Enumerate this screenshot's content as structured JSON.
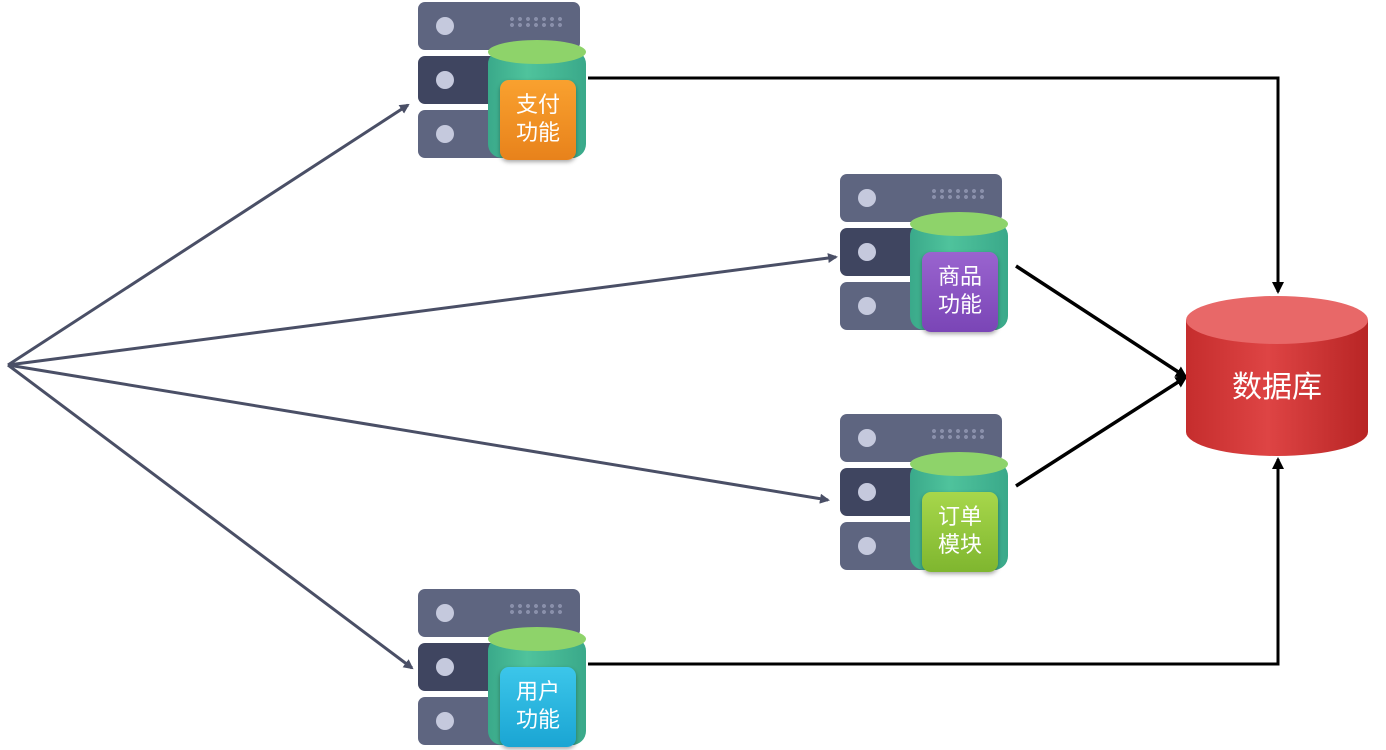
{
  "modules": [
    {
      "id": "payment",
      "line1": "支付",
      "line2": "功能",
      "color": "#f59a27"
    },
    {
      "id": "product",
      "line1": "商品",
      "line2": "功能",
      "color": "#8b55c4"
    },
    {
      "id": "order",
      "line1": "订单",
      "line2": "模块",
      "color": "#92c93e"
    },
    {
      "id": "user",
      "line1": "用户",
      "line2": "功能",
      "color": "#2bb8e2"
    }
  ],
  "database": {
    "label": "数据库",
    "color": "#d63b3b"
  },
  "colors": {
    "rack_light": "#5e6580",
    "rack_dark": "#3f4560",
    "client_arrow": "#4a4f66",
    "db_arrow": "#000000"
  }
}
